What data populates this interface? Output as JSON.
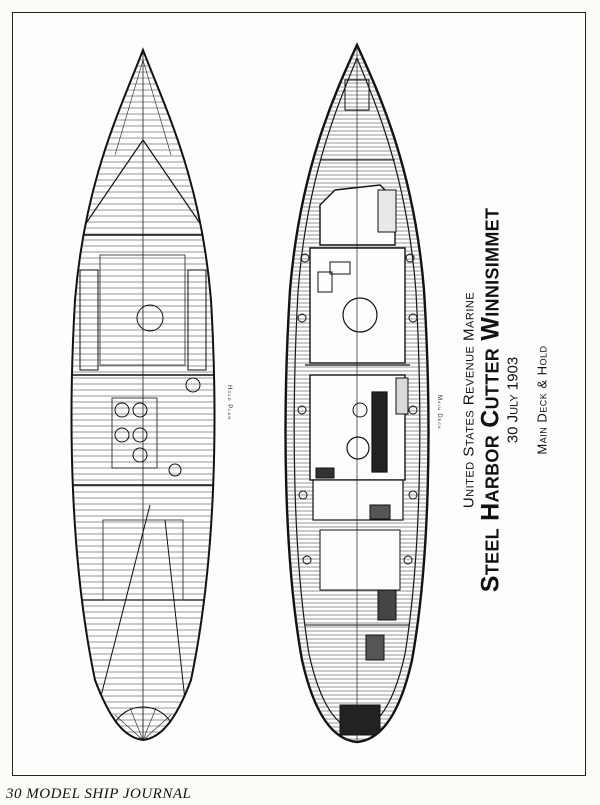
{
  "title": {
    "line1": "United States Revenue Marine",
    "line2": "Steel Harbor Cutter Winnisimmet",
    "line3": "30 July 1903",
    "line4": "Main Deck & Hold"
  },
  "plan_labels": {
    "hold": "Hold Plan",
    "deck": "Main Deck"
  },
  "footer": "30 MODEL SHIP JOURNAL",
  "colors": {
    "ink": "#111111",
    "paper": "#fdfdfb"
  }
}
